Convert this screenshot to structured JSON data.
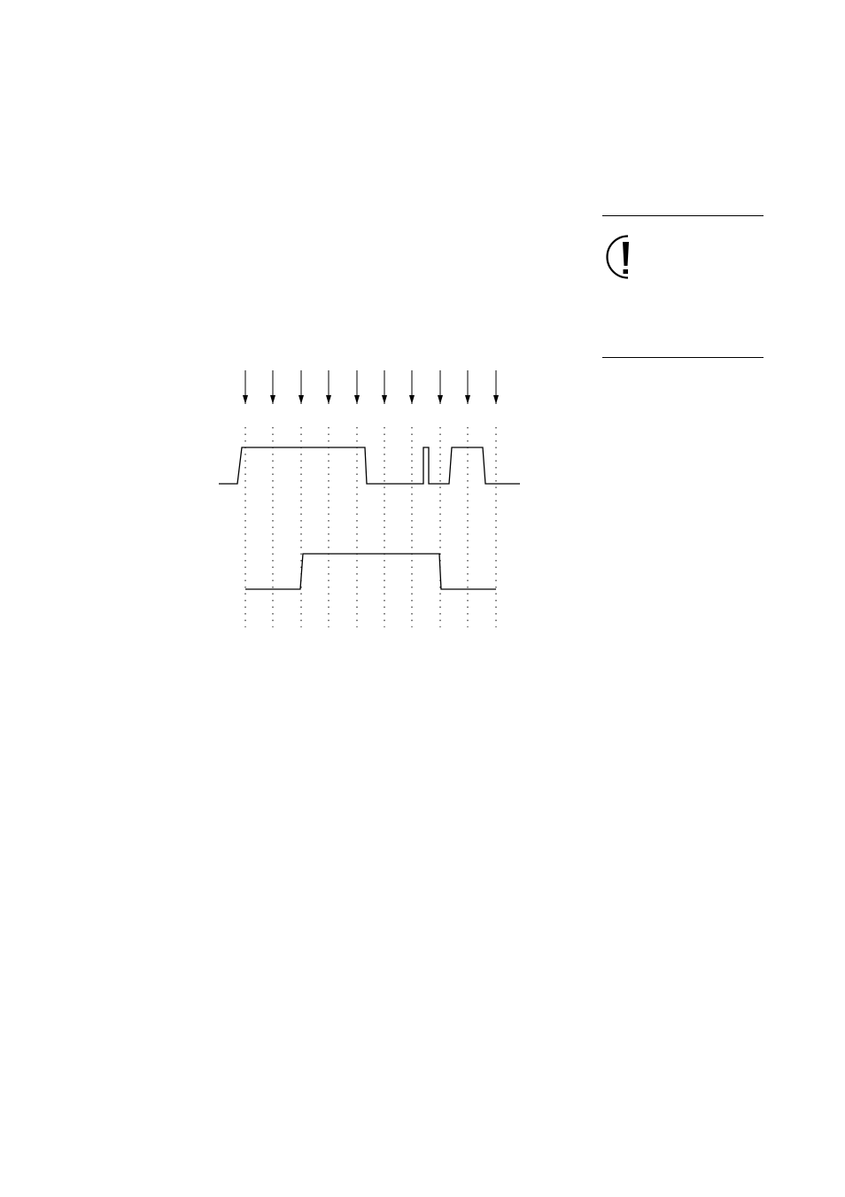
{
  "notice": {
    "icon": "exclamation-circle-icon"
  },
  "timing_diagram": {
    "sample_count": 10,
    "input_signal": {
      "levels": [
        "low",
        "high",
        "low",
        "high",
        "low",
        "high",
        "low"
      ],
      "description_note": ""
    },
    "output_signal": {
      "levels": [
        "low",
        "high",
        "low"
      ]
    },
    "colors": {
      "line": "#000000"
    }
  }
}
